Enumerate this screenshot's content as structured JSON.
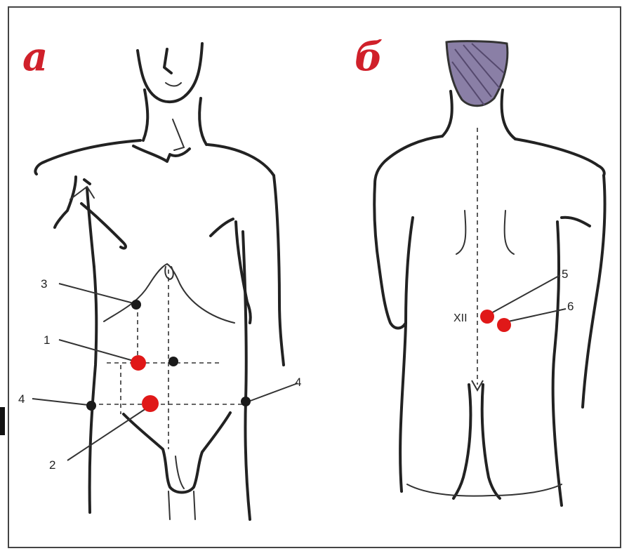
{
  "panels": {
    "front_letter": "а",
    "back_letter": "б"
  },
  "front_points": [
    {
      "id": "3",
      "label": "3",
      "color": "black"
    },
    {
      "id": "1",
      "label": "1",
      "color": "red"
    },
    {
      "id": "4L",
      "label": "4",
      "color": "black"
    },
    {
      "id": "4R",
      "label": "4",
      "color": "black"
    },
    {
      "id": "2",
      "label": "2",
      "color": "red"
    },
    {
      "id": "mid",
      "label": "",
      "color": "black"
    }
  ],
  "back_points": [
    {
      "id": "5",
      "label": "5",
      "color": "red"
    },
    {
      "id": "6",
      "label": "6",
      "color": "red"
    }
  ],
  "back_vertebra_label": "XII",
  "colors": {
    "panel_letter": "#d0202a",
    "point_red": "#e01818",
    "point_black": "#1a1a1a",
    "outline": "#222222"
  }
}
